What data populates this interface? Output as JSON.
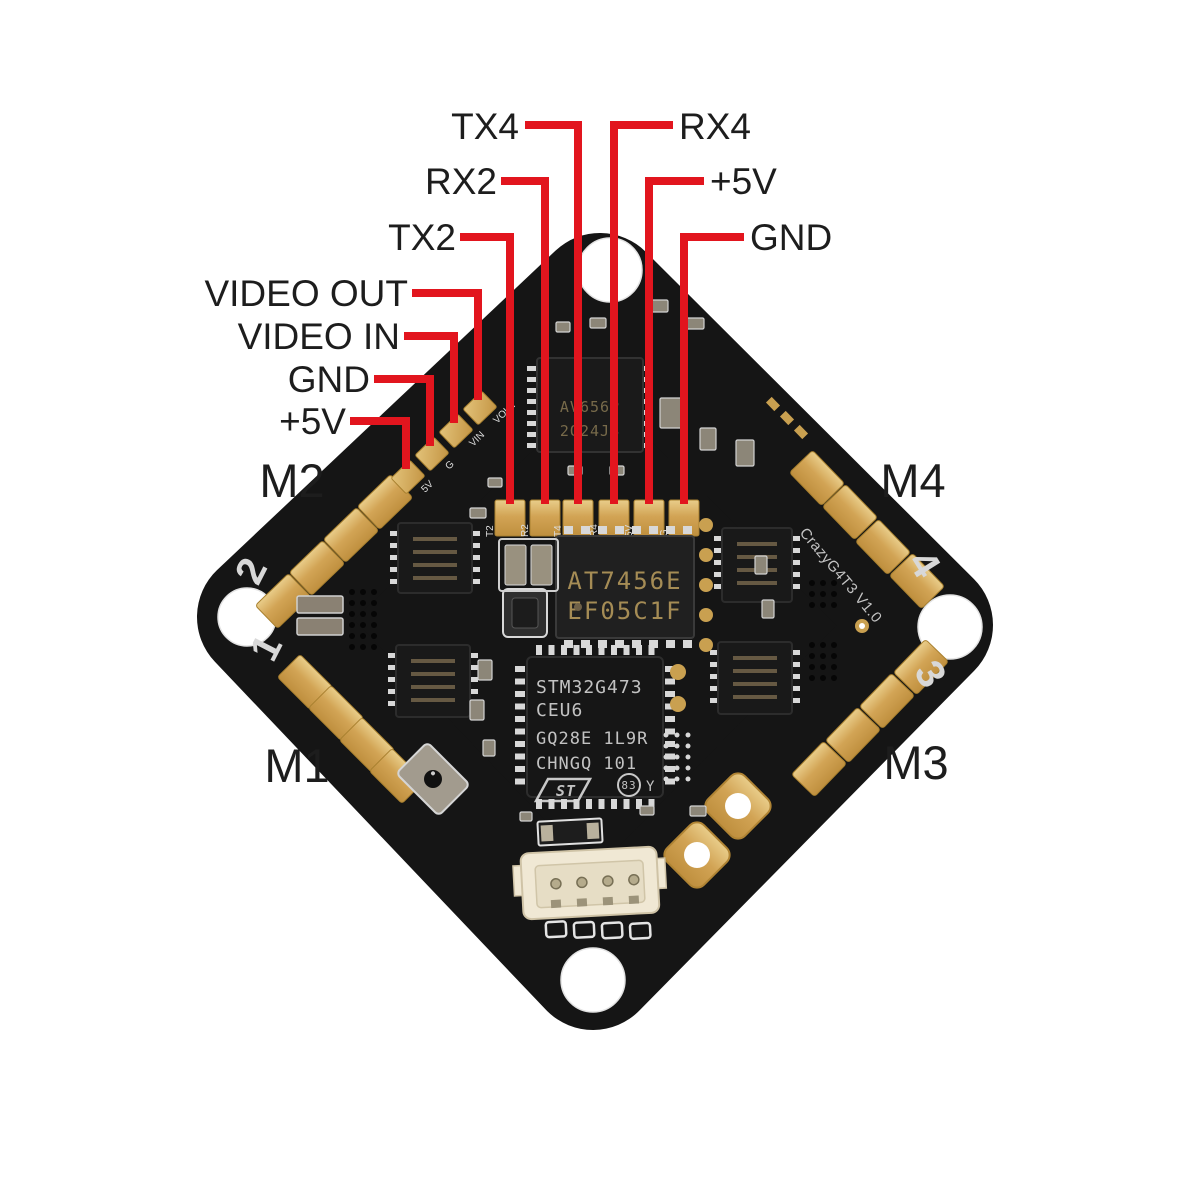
{
  "colors": {
    "background": "#ffffff",
    "board": "#151515",
    "pad_gold": "#d2a455",
    "pad_gold_dark": "#b08434",
    "callout_red": "#e2151e",
    "label_black": "#1d1d1d",
    "silkscreen_white": "#e8e8e8",
    "chip_dark": "#1e1e1e",
    "chip_text_gold": "#a58c55",
    "chip_text_gray": "#c2c2c2",
    "connector_cream": "#f0e8d4"
  },
  "pins": {
    "tx4": "TX4",
    "rx4": "RX4",
    "rx2": "RX2",
    "v5_right": "+5V",
    "tx2": "TX2",
    "gnd_right": "GND",
    "video_out": "VIDEO OUT",
    "video_in": "VIDEO IN",
    "gnd_left": "GND",
    "v5_left": "+5V"
  },
  "motors": {
    "m1": "M1",
    "m2": "M2",
    "m3": "M3",
    "m4": "M4"
  },
  "corners": {
    "c1": "1",
    "c2": "2",
    "c3": "3",
    "c4": "4"
  },
  "chips": {
    "osd": {
      "line1": "AT7456E",
      "line2": "EF05C1F"
    },
    "mcu": {
      "line1": "STM32G473",
      "line2": "CEU6",
      "line3": "GQ28E 1L9R",
      "line4": "CHNGQ 101",
      "logo": "ST",
      "badge": "83",
      "grade": "Y"
    },
    "receiver": {
      "line1": "AV656P",
      "line2": "2Q24J4"
    }
  },
  "silkscreen": {
    "board_name": "CrazyG4T3 V1.0",
    "top_pad_labels": [
      "T2",
      "R2",
      "T4",
      "R4",
      "5V",
      "G"
    ],
    "left_pad_labels": [
      "VOUT",
      "VIN",
      "G",
      "5V"
    ]
  }
}
